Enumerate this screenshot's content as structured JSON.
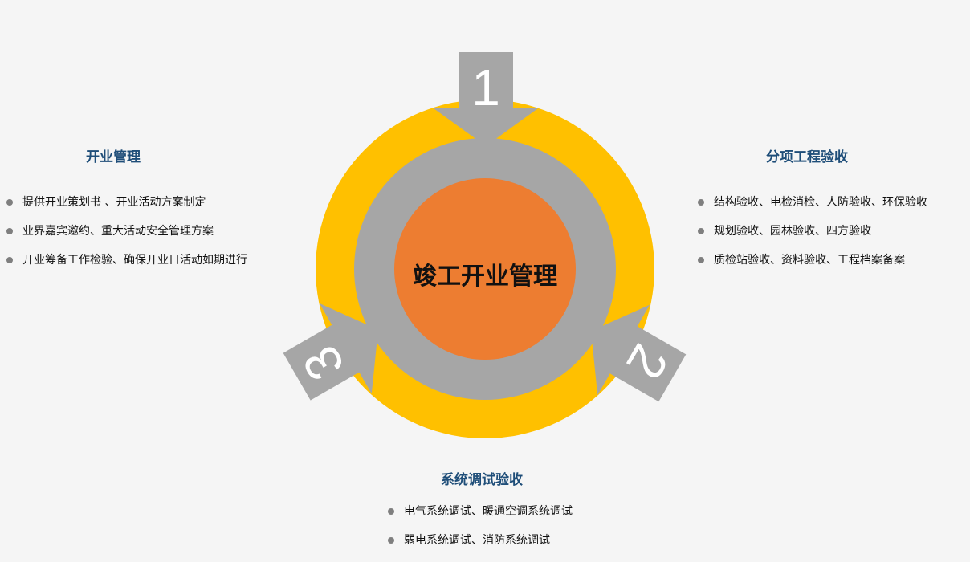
{
  "center": {
    "title": "竣工开业管理"
  },
  "steps": [
    "1",
    "2",
    "3"
  ],
  "sections": {
    "left": {
      "title": "开业管理",
      "items": [
        "提供开业策划书 、开业活动方案制定",
        "业界嘉宾邀约、重大活动安全管理方案",
        "开业筹备工作检验、确保开业日活动如期进行"
      ]
    },
    "right": {
      "title": "分项工程验收",
      "items": [
        "结构验收、电检消检、人防验收、环保验收",
        "规划验收、园林验收、四方验收",
        "质检站验收、资料验收、工程档案备案"
      ]
    },
    "bottom": {
      "title": "系统调试验收",
      "items": [
        "电气系统调试、暖通空调系统调试",
        "弱电系统调试、消防系统调试"
      ]
    }
  },
  "colors": {
    "outer_ring": "#ffc000",
    "inner_ring": "#a6a6a6",
    "core": "#ed7d31",
    "title": "#1f4e79",
    "bullet": "#7f7f7f"
  }
}
